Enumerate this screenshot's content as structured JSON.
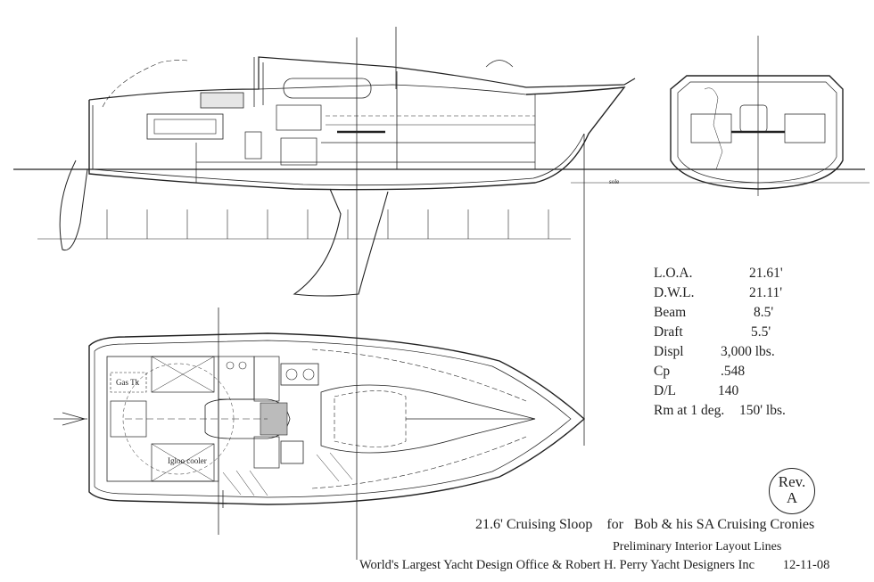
{
  "specs": [
    {
      "name": "L.O.A.",
      "value": "21.61'"
    },
    {
      "name": "D.W.L.",
      "value": "21.11'"
    },
    {
      "name": "Beam",
      "value": "8.5'"
    },
    {
      "name": "Draft",
      "value": "5.5'"
    },
    {
      "name": "Displ",
      "value": "3,000 lbs."
    },
    {
      "name": "Cp",
      "value": ".548"
    },
    {
      "name": "D/L",
      "value": "140"
    },
    {
      "name": "Rm at 1 deg.",
      "value": "150' lbs."
    }
  ],
  "title": {
    "design": "21.6' Cruising Sloop",
    "for_word": "for",
    "client": "Bob & his SA Cruising Cronies",
    "subtitle": "Preliminary Interior Layout Lines",
    "office": "World's Largest Yacht Design Office & Robert H. Perry Yacht Designers Inc",
    "date": "12-11-08"
  },
  "revision": {
    "line1": "Rev.",
    "line2": "A"
  },
  "labels": {
    "sole": "sole",
    "gas_tank": "Gas Tk",
    "cooler": "Igloo cooler"
  }
}
